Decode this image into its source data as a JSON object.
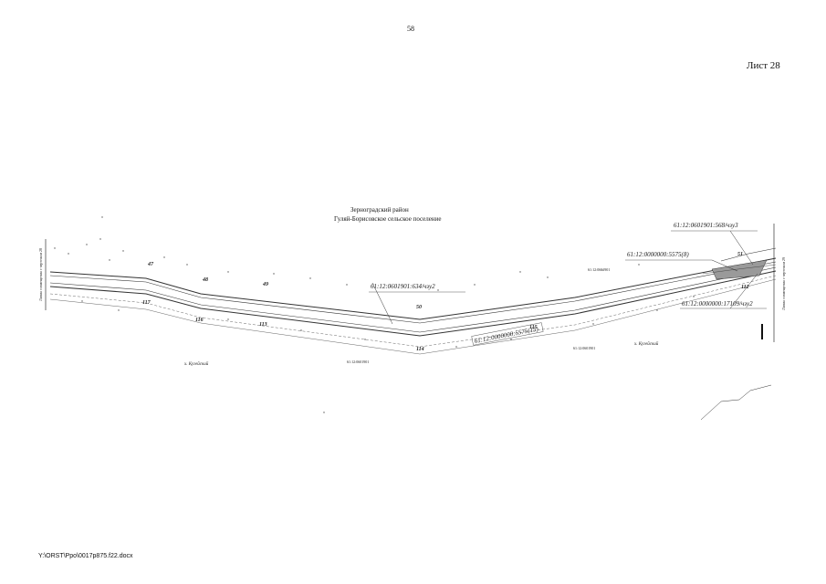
{
  "document": {
    "page_number": "58",
    "sheet_label": "Лист 28",
    "footer_path": "Y:\\ORST\\Ppo\\0017p875.f22.docx"
  },
  "map": {
    "district": "Зерноградский район",
    "settlement": "Гуляй-Борисовское сельское поселение",
    "cadastral_labels": [
      "61:12:0601901:634/чзу2",
      "61:12:0000000:5575(8)",
      "61:12:0601901:568/чзу3",
      "61:12:0000000:5575(15)",
      "61:12:0000000:17109/чзу2"
    ],
    "parcel_numbers": [
      "47",
      "48",
      "49",
      "50",
      "51",
      "112",
      "113",
      "114",
      "115",
      "116",
      "117"
    ],
    "locality_labels": [
      "х. Кугейский",
      "х. Кугейский"
    ],
    "quarter_labels": [
      "61:12:0601901",
      "61:12:0601901",
      "61:12:0601901"
    ],
    "edge_labels": [
      "Линия совмещения с чертежом 28",
      "Линия совмещения с чертежом 29"
    ],
    "colors": {
      "line": "#333333",
      "hatch": "#888888",
      "text": "#222222"
    }
  }
}
